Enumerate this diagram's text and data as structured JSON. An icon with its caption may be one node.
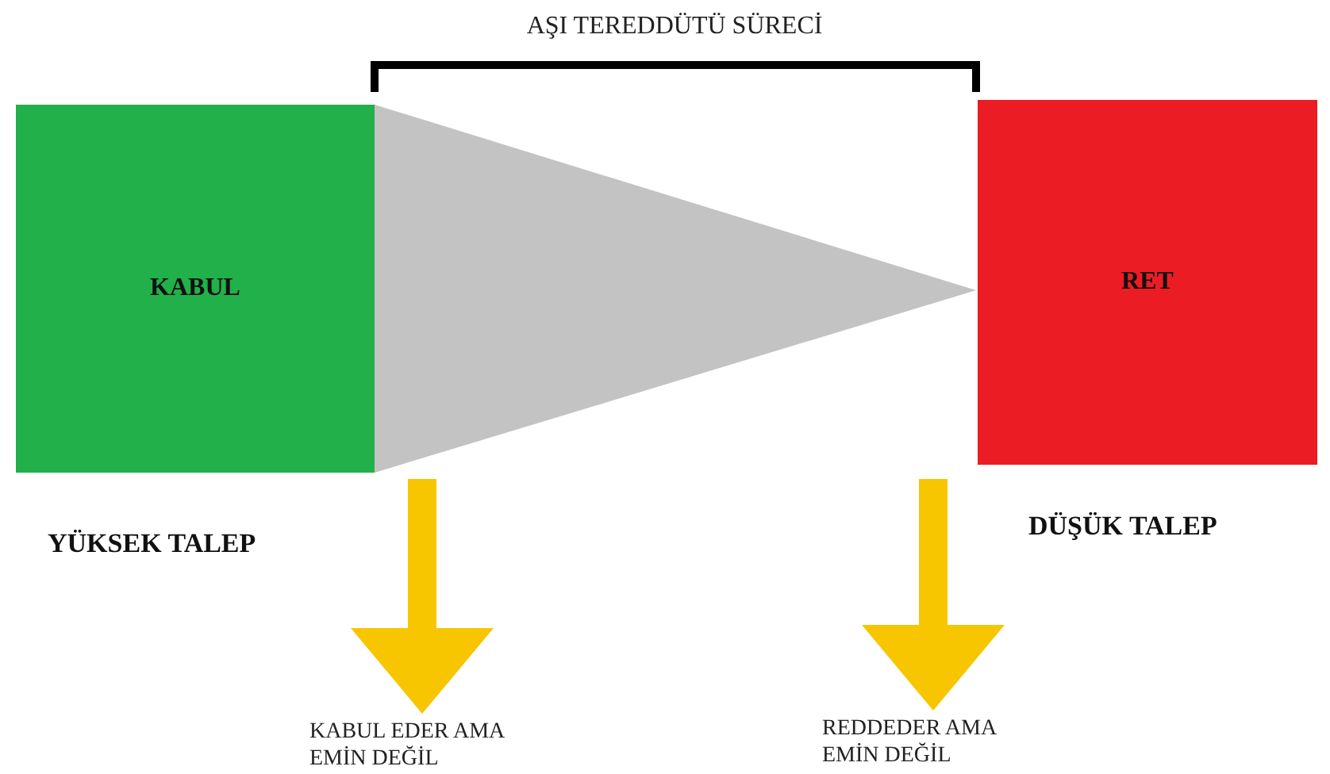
{
  "diagram": {
    "title": "AŞI TEREDDÜTÜ SÜRECİ",
    "nodes": [
      {
        "text": [
          "KABUL"
        ],
        "beside": [
          "YÜKSEK TALEP"
        ]
      },
      {
        "text": [],
        "shape": "triangle"
      },
      {
        "text": [
          "RET"
        ],
        "beside": [
          "DÜŞÜK TALEP"
        ]
      },
      {
        "text": [
          "KABUL EDER AMA EMİN DEĞİL"
        ]
      },
      {
        "text": [
          "REDDEDER AMA EMİN DEĞİL"
        ]
      }
    ],
    "edges": [
      {
        "from": null,
        "to": 3,
        "arrow": "to"
      },
      {
        "from": null,
        "to": 4,
        "arrow": "to"
      }
    ]
  }
}
